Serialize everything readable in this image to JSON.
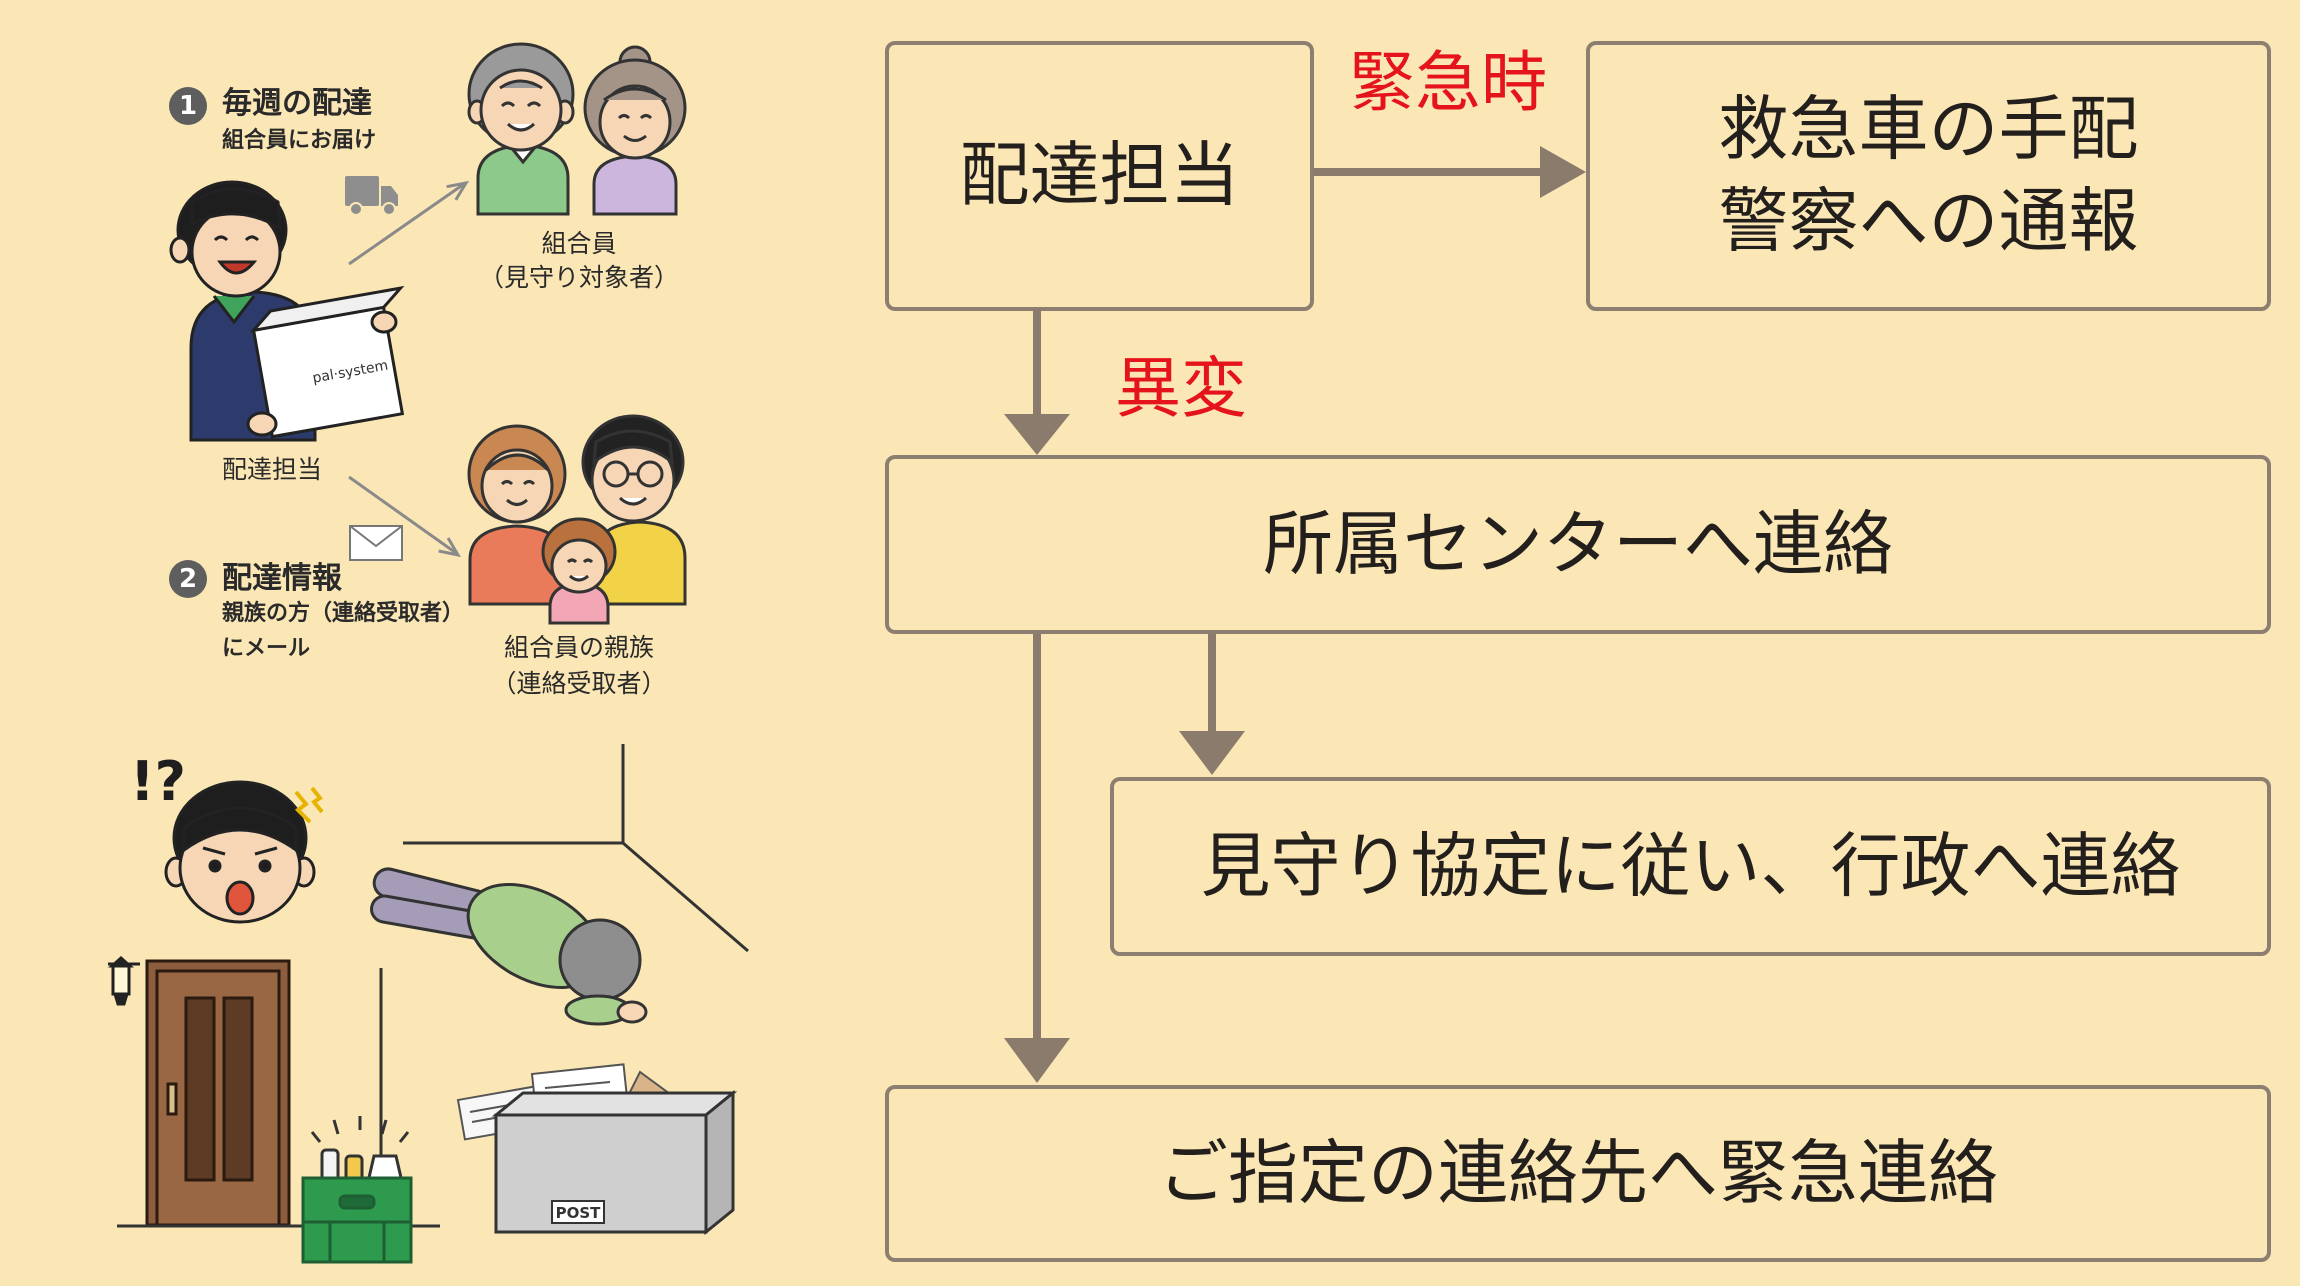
{
  "flowchart": {
    "nodes": {
      "delivery_staff": "配達担当",
      "emergency_response": [
        "救急車の手配",
        "警察への通報"
      ],
      "center_contact": "所属センターへ連絡",
      "government_contact": "見守り協定に従い、行政へ連絡",
      "designated_contact": "ご指定の連絡先へ緊急連絡"
    },
    "edge_labels": {
      "emergency": "緊急時",
      "anomaly": "異変"
    }
  },
  "illustration": {
    "step1": {
      "number": "1",
      "title": "毎週の配達",
      "caption": "組合員にお届け"
    },
    "member": {
      "label": "組合員",
      "role": "（見守り対象者）"
    },
    "delivery_staff": "配達担当",
    "step2": {
      "number": "2",
      "title": "配達情報",
      "caption_lines": [
        "親族の方（連絡受取者）",
        "にメール"
      ]
    },
    "member_family": {
      "label": "組合員の親族",
      "role": "（連絡受取者）"
    },
    "box_logo": "pal·system",
    "mailbox_label": "POST",
    "surprise_mark": "!?",
    "icons": {
      "delivery": "truck-icon",
      "mail": "envelope-icon"
    }
  },
  "colors": {
    "background": "#FBE7B6",
    "node_border": "#8C7F71",
    "arrow": "#8A7B6C",
    "alert_label": "#E5141C",
    "text": "#231F1C"
  }
}
